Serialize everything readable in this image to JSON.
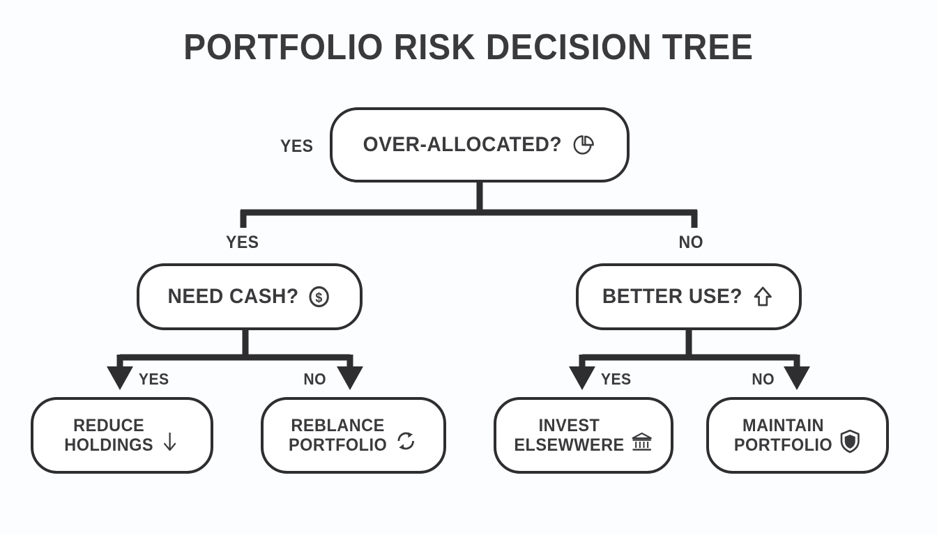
{
  "page": {
    "title": "PORTFOLIO RISK DECISION TREE",
    "background_color": "#fcfdfe",
    "ink_color": "#2e2e30",
    "text_color": "#3a3a3c"
  },
  "tree": {
    "root": {
      "label": "OVER-ALLOCATED?",
      "icon": "pie-chart-icon",
      "side_label": "YES"
    },
    "branches": {
      "yes_label": "YES",
      "no_label": "NO"
    },
    "level2": [
      {
        "label": "NEED CASH?",
        "icon": "dollar-circle-icon",
        "incoming_label": "YES",
        "yes_label": "YES",
        "no_label": "NO"
      },
      {
        "label": "BETTER USE?",
        "icon": "arrow-up-outline-icon",
        "incoming_label": "NO",
        "yes_label": "YES",
        "no_label": "NO"
      }
    ],
    "leaves": [
      {
        "line1": "REDUCE",
        "line2": "HOLDINGS",
        "icon": "arrow-down-icon"
      },
      {
        "line1": "REBLANCE",
        "line2": "PORTFOLIO",
        "icon": "refresh-icon"
      },
      {
        "line1": "INVEST",
        "line2": "ELSEWWERE",
        "icon": "bank-icon"
      },
      {
        "line1": "MAINTAIN",
        "line2": "PORTFOLIO",
        "icon": "shield-icon"
      }
    ]
  }
}
